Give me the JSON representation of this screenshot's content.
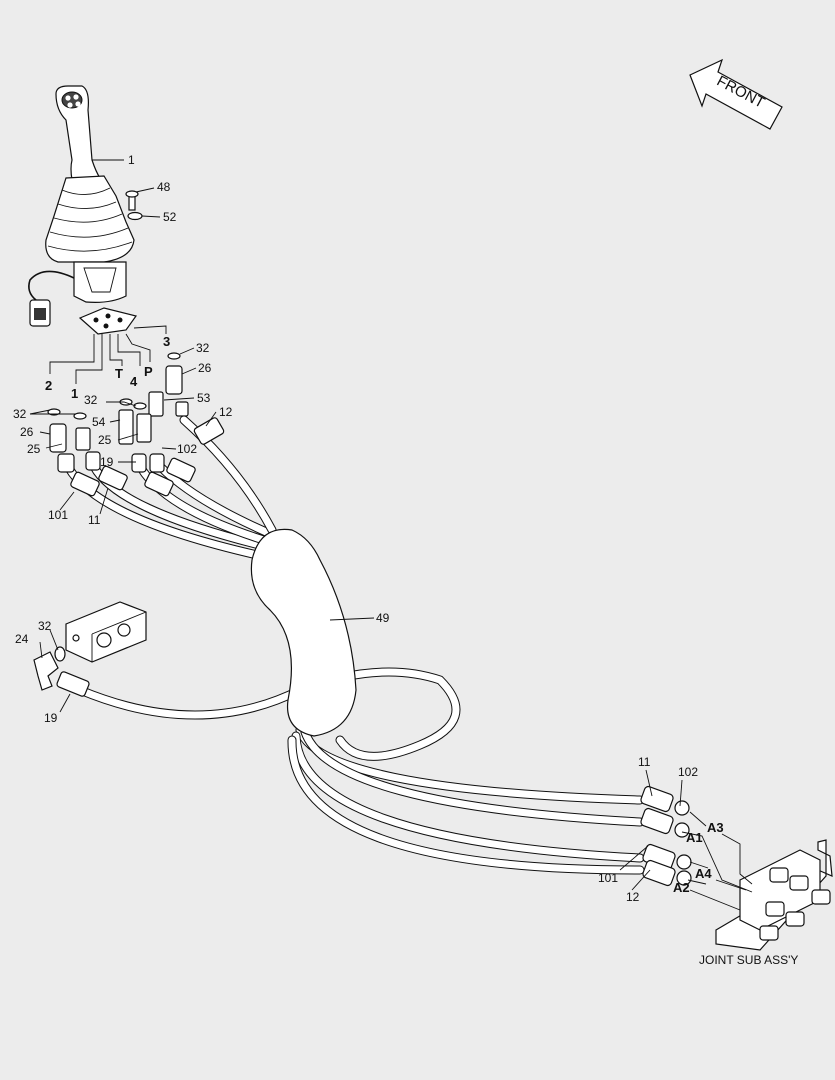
{
  "front_label": "FRONT",
  "caption": "JOINT SUB ASS'Y",
  "callouts": [
    {
      "id": "c1",
      "text": "1"
    },
    {
      "id": "c48",
      "text": "48"
    },
    {
      "id": "c52",
      "text": "52"
    },
    {
      "id": "c32a",
      "text": "32"
    },
    {
      "id": "c26a",
      "text": "26"
    },
    {
      "id": "c53",
      "text": "53"
    },
    {
      "id": "c12a",
      "text": "12"
    },
    {
      "id": "c32b",
      "text": "32"
    },
    {
      "id": "c54",
      "text": "54"
    },
    {
      "id": "c32c",
      "text": "32"
    },
    {
      "id": "c26b",
      "text": "26"
    },
    {
      "id": "c25a",
      "text": "25"
    },
    {
      "id": "c25b",
      "text": "25"
    },
    {
      "id": "c102a",
      "text": "102"
    },
    {
      "id": "c19a",
      "text": "19"
    },
    {
      "id": "c101a",
      "text": "101"
    },
    {
      "id": "c11a",
      "text": "11"
    },
    {
      "id": "c49",
      "text": "49"
    },
    {
      "id": "c24",
      "text": "24"
    },
    {
      "id": "c32d",
      "text": "32"
    },
    {
      "id": "c19b",
      "text": "19"
    },
    {
      "id": "c11b",
      "text": "11"
    },
    {
      "id": "c102b",
      "text": "102"
    },
    {
      "id": "c101b",
      "text": "101"
    },
    {
      "id": "c12b",
      "text": "12"
    }
  ],
  "port_labels": [
    {
      "id": "p2",
      "text": "2"
    },
    {
      "id": "p1",
      "text": "1"
    },
    {
      "id": "pT",
      "text": "T"
    },
    {
      "id": "p4",
      "text": "4"
    },
    {
      "id": "pP",
      "text": "P"
    },
    {
      "id": "p3",
      "text": "3"
    },
    {
      "id": "pA3",
      "text": "A3"
    },
    {
      "id": "pA1",
      "text": "A1"
    },
    {
      "id": "pA4",
      "text": "A4"
    },
    {
      "id": "pA2",
      "text": "A2"
    }
  ]
}
